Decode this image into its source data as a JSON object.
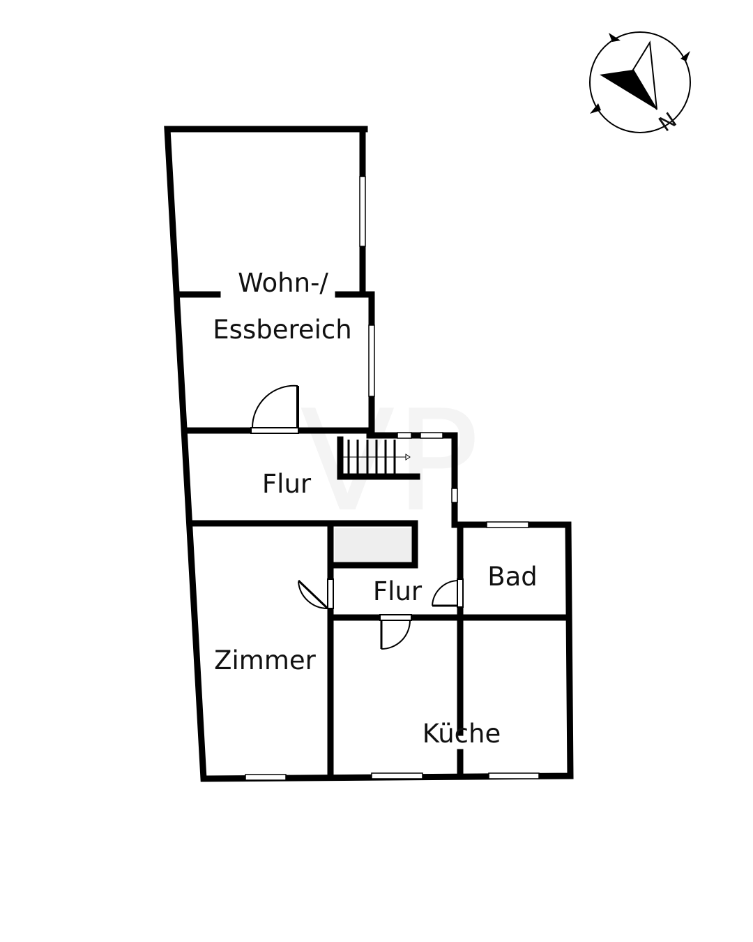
{
  "rooms": {
    "living_line1": "Wohn-/",
    "living_line2": "Essbereich",
    "hall_upper": "Flur",
    "hall_lower": "Flur",
    "bath": "Bad",
    "room": "Zimmer",
    "kitchen": "Küche"
  },
  "compass": {
    "label": "N",
    "icon": "north-arrow-compass"
  },
  "watermark": "VP",
  "colors": {
    "wall": "#000000",
    "storage_fill": "#eeeeee",
    "watermark": "#f3f3f3"
  }
}
